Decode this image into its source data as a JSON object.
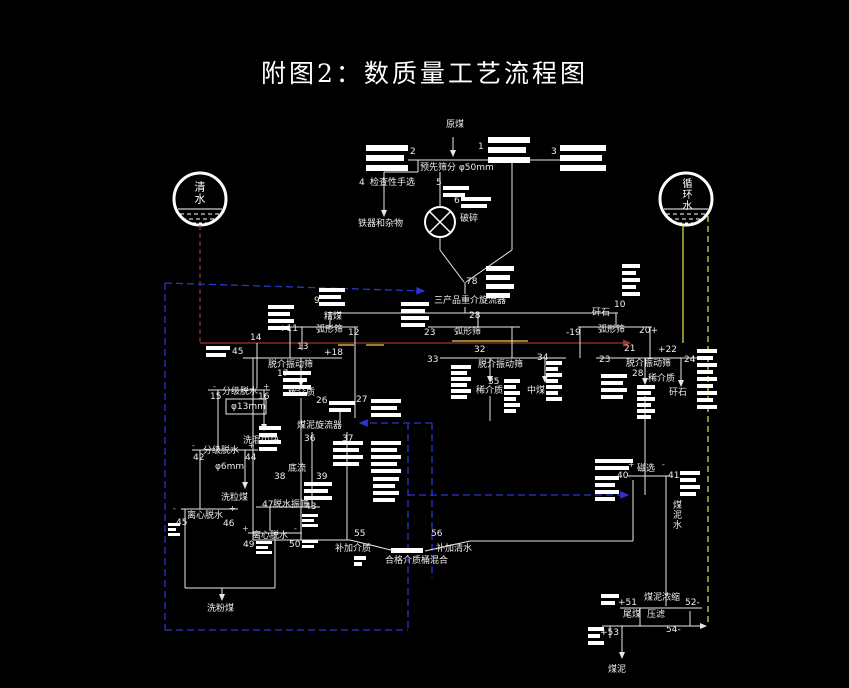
{
  "title": "附图2：数质量工艺流程图",
  "tanks": {
    "left": "清水",
    "right": "循环水"
  },
  "colors": {
    "background": "#000000",
    "line": "#e8e8e8",
    "red_line": "#a03232",
    "yellow_line": "#d8d848",
    "blue_line": "#2a35cf"
  },
  "feed": {
    "raw_coal": "原煤",
    "n1": "1",
    "n2": "2",
    "n3": "3",
    "pre_screen": "预先筛分 φ50mm",
    "n4": "4",
    "hand_pick": "检查性手选",
    "n5": "5",
    "iron_debris": "铁器和杂物",
    "n6": "6",
    "crush": "破碎",
    "n78": "78"
  },
  "cyclone": {
    "label": "三产品重介旋流器",
    "n28": "28",
    "n9": "9",
    "n10": "10"
  },
  "clean": {
    "label": "精煤",
    "arc_screen": "弧形筛",
    "n11": "+11",
    "n12": "12",
    "n13": "13",
    "n14": "14",
    "n45": "45",
    "n18": "+18",
    "demed_screen": "脱介振动筛",
    "n17": "17",
    "dilute": "稀介质"
  },
  "middlings": {
    "n23": "23",
    "arc_screen": "弧形筛",
    "n32": "32",
    "n33": "33",
    "n34": "34",
    "demed_screen": "脱介振动筛",
    "n35": "35",
    "dilute": "稀介质",
    "label": "中煤"
  },
  "gangue": {
    "label": "矸石",
    "arc_screen": "弧形筛",
    "n19": "-19",
    "n20": "20+",
    "n21": "21",
    "n22": "+22",
    "n23": "23",
    "demed_screen": "脱介振动筛",
    "n24": "24",
    "n28": "28",
    "dilute": "稀介质",
    "out": "矸石"
  },
  "grading": {
    "n15": "15",
    "screen1": "分级脱水",
    "n16": "16",
    "d13": "φ13mm",
    "mid_lump": "洗混中块",
    "n42": "42",
    "screen2": "分级脱水",
    "n44": "44",
    "d6": "φ6mm",
    "gran_coal": "洗粒煤",
    "n47": "47",
    "deslime_screen": "脱水振筛",
    "n43": "43",
    "n45": "45",
    "cent1": "离心脱水",
    "n46": "46",
    "n49": "49",
    "cent2": "离心脱水",
    "n50": "50",
    "fine_coal": "洗粉煤"
  },
  "slime": {
    "n26": "26",
    "n27": "27",
    "cyclone": "煤泥旋流器",
    "n36": "36",
    "n37": "37",
    "underflow": "底流",
    "n38": "38",
    "n39": "39"
  },
  "medium": {
    "n55": "55",
    "add_medium": "补加介质",
    "n56": "56",
    "add_water": "补加清水",
    "mix": "合格介质桶混合"
  },
  "magnetic": {
    "n40": "40",
    "label": "磁选",
    "n41": "41",
    "slurry_water": "煤泥水",
    "plus": "+",
    "minus": "-"
  },
  "tailings": {
    "n51": "+51",
    "thickener": "煤泥浓缩",
    "n52": "52-",
    "tail_coal": "尾煤",
    "filter": "压滤",
    "n53": "+53",
    "n54": "54-",
    "slime_out": "煤泥"
  },
  "signs": {
    "g1m": "-",
    "g1p": "+",
    "g2m": "-",
    "g2p": "+",
    "c1m": "-",
    "c1p": "+",
    "c2p": "+",
    "c2m": "-"
  }
}
